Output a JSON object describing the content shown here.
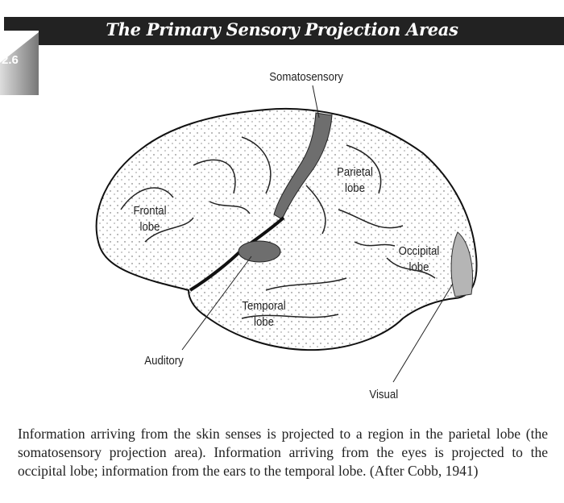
{
  "header": {
    "title": "The Primary Sensory Projection Areas",
    "figure_number": "2.6"
  },
  "labels": {
    "somatosensory": "Somatosensory",
    "parietal": "Parietal lobe",
    "frontal": "Frontal lobe",
    "occipital": "Occipital lobe",
    "temporal": "Temporal lobe",
    "auditory": "Auditory",
    "visual": "Visual"
  },
  "caption": "Information arriving from the skin senses is projected to a region in the parietal lobe (the somatosensory projection area). Information arriving from the eyes is projected to the occipital lobe; information from the ears to the temporal lobe. (After Cobb, 1941)",
  "colors": {
    "bar": "#222222",
    "projection_area": "#6e6e6e",
    "visual_area": "#b5b5b5"
  }
}
